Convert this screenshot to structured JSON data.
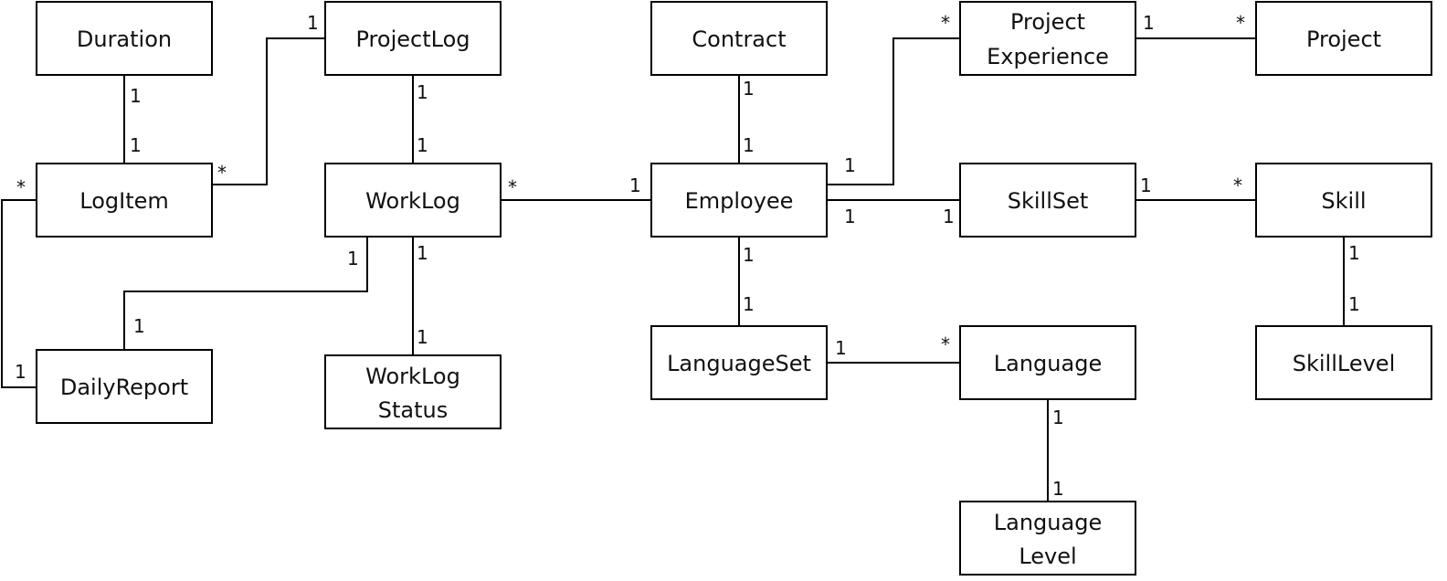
{
  "classes": {
    "duration": "Duration",
    "project_log": "ProjectLog",
    "contract": "Contract",
    "project_experience_1": "Project",
    "project_experience_2": "Experience",
    "project": "Project",
    "log_item": "LogItem",
    "work_log": "WorkLog",
    "employee": "Employee",
    "skill_set": "SkillSet",
    "skill": "Skill",
    "daily_report": "DailyReport",
    "work_log_status_1": "WorkLog",
    "work_log_status_2": "Status",
    "language_set": "LanguageSet",
    "language": "Language",
    "skill_level": "SkillLevel",
    "language_level_1": "Language",
    "language_level_2": "Level"
  },
  "multiplicities": {
    "one": "1",
    "many": "*"
  }
}
